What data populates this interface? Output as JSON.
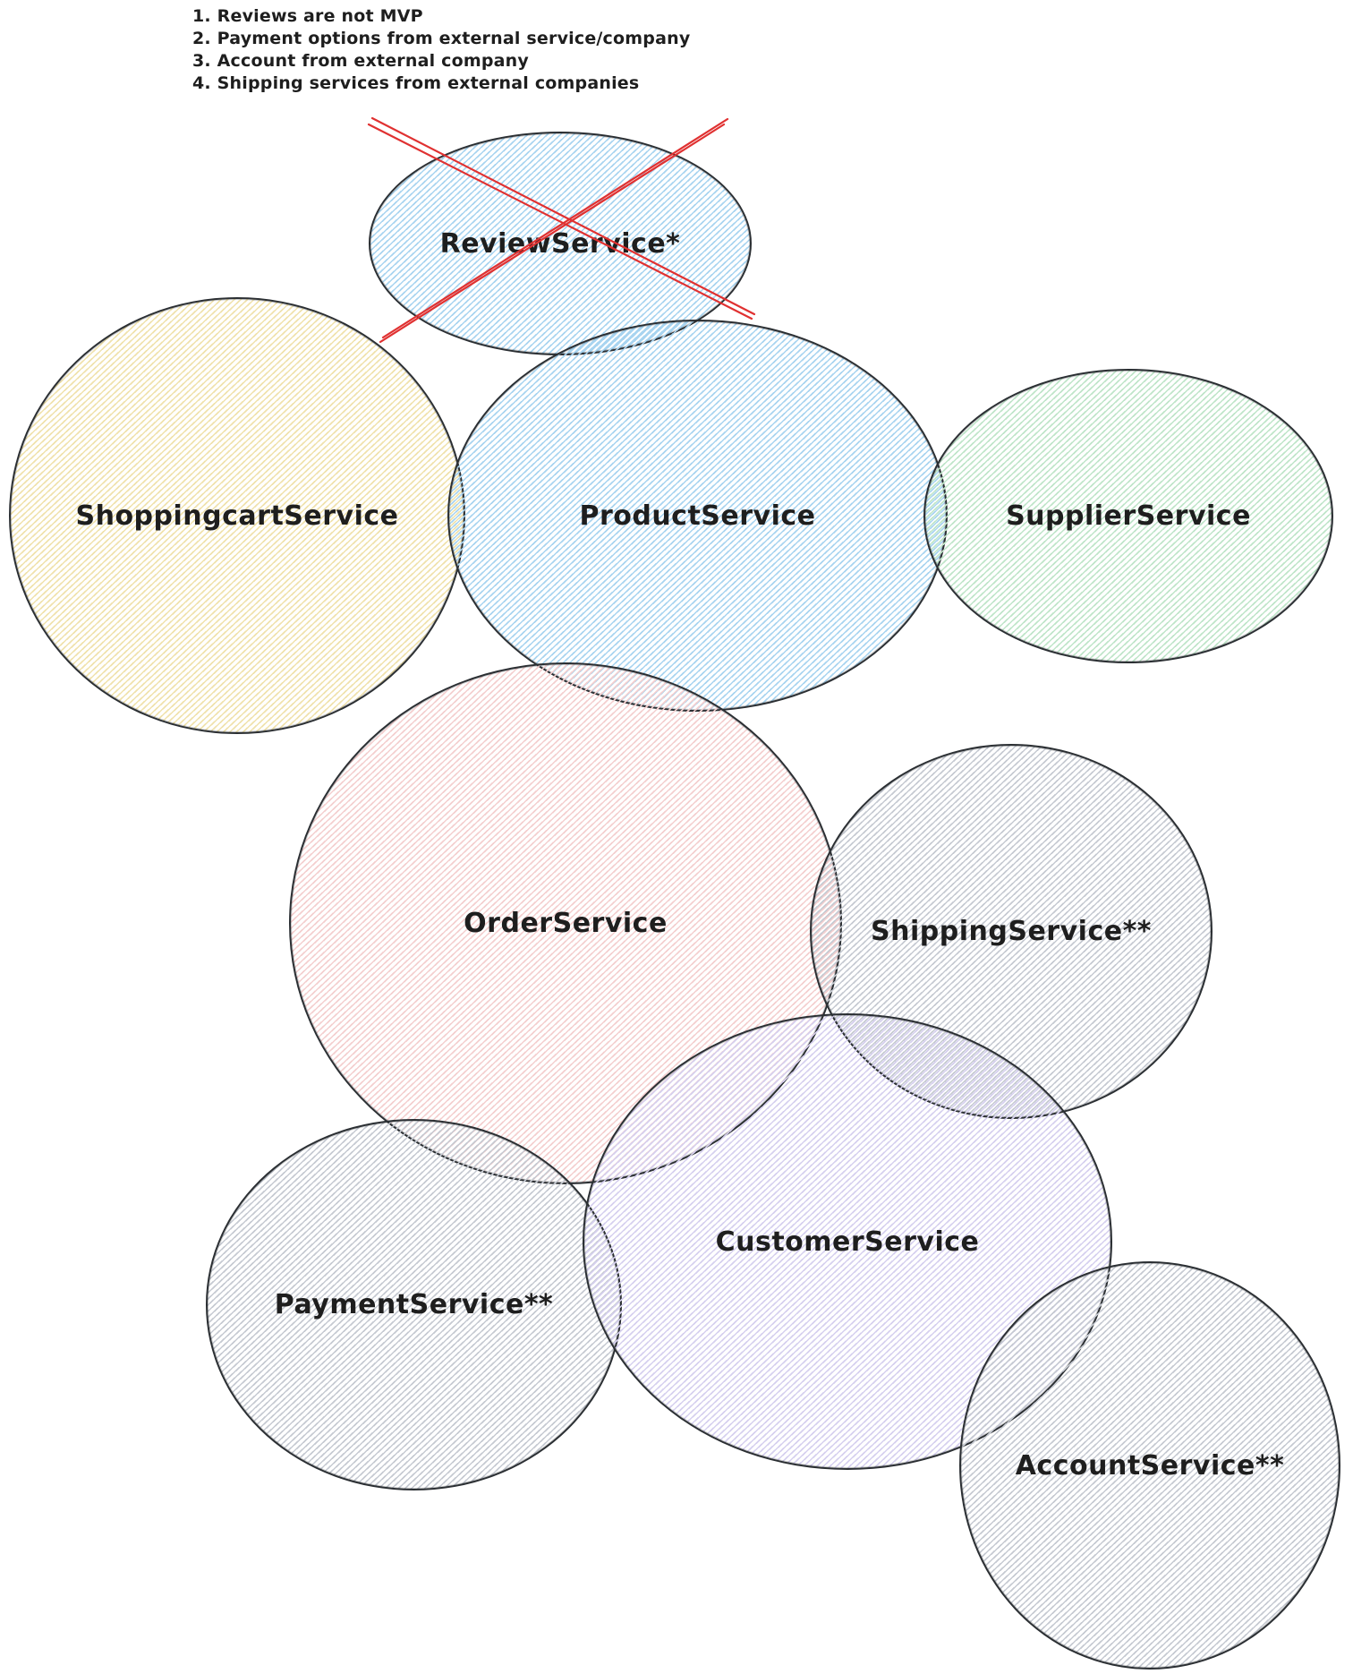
{
  "theme": {
    "stroke": "#2b2f33",
    "cross": "#e03131",
    "ink": "#1e1e1e",
    "background": "#ffffff"
  },
  "notes": {
    "items": [
      "1. Reviews are not MVP",
      "2. Payment options from external service/company",
      "3. Account from external company",
      "4. Shipping services from external companies"
    ]
  },
  "services": [
    {
      "id": "review",
      "label": "ReviewService*",
      "fill": "#a8d4f0",
      "crossed_out": true
    },
    {
      "id": "shoppingcart",
      "label": "ShoppingcartService",
      "fill": "#f0e2ac",
      "crossed_out": false
    },
    {
      "id": "product",
      "label": "ProductService",
      "fill": "#a8d4f0",
      "crossed_out": false
    },
    {
      "id": "supplier",
      "label": "SupplierService",
      "fill": "#bfe5c9",
      "crossed_out": false
    },
    {
      "id": "order",
      "label": "OrderService",
      "fill": "#f4cfcf",
      "crossed_out": false
    },
    {
      "id": "shipping",
      "label": "ShippingService**",
      "fill": "#c6cad2",
      "crossed_out": false
    },
    {
      "id": "payment",
      "label": "PaymentService**",
      "fill": "#c6cad2",
      "crossed_out": false
    },
    {
      "id": "customer",
      "label": "CustomerService",
      "fill": "#d6d0ef",
      "crossed_out": false
    },
    {
      "id": "account",
      "label": "AccountService**",
      "fill": "#c6cad2",
      "crossed_out": false
    }
  ]
}
